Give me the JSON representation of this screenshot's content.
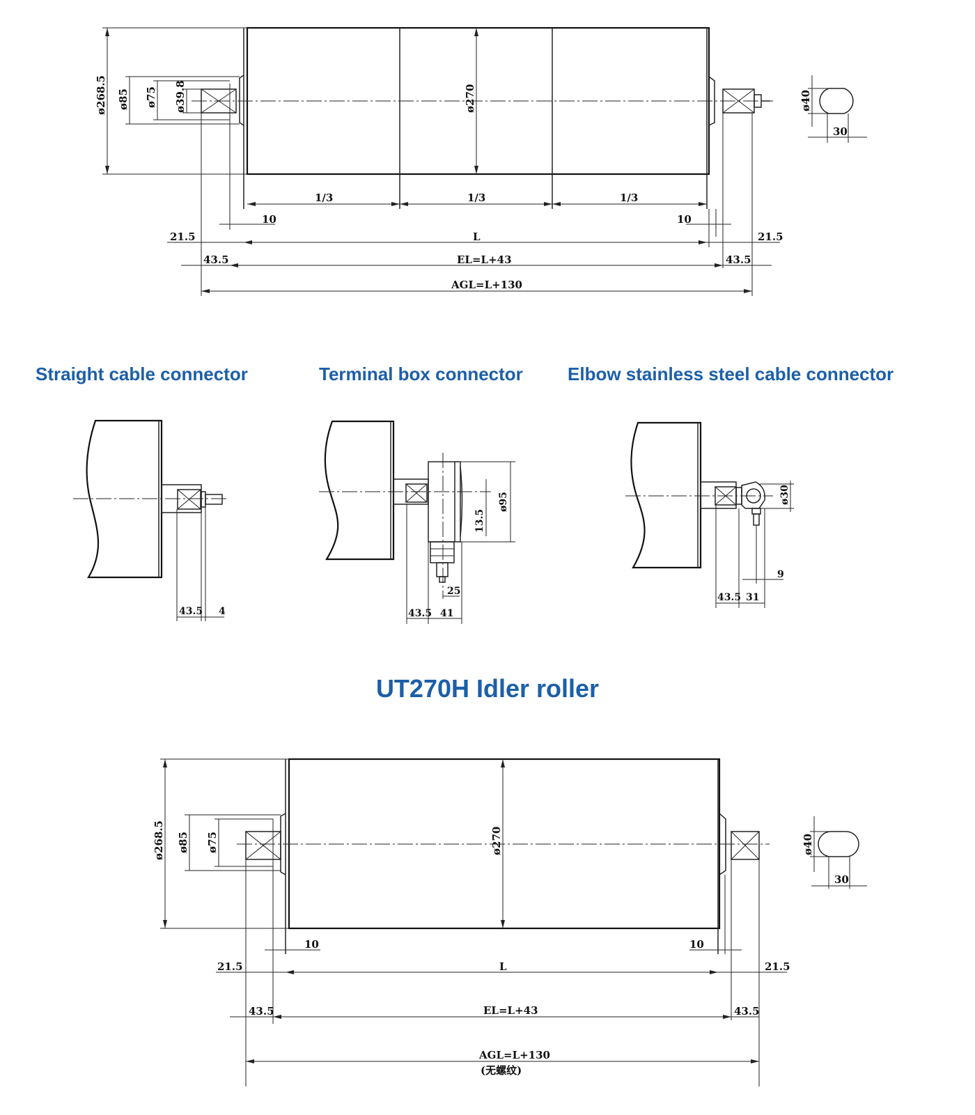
{
  "top_drawing": {
    "dim_d268": "ø268.5",
    "dim_d85": "ø85",
    "dim_d75": "ø75",
    "dim_d39": "ø39.8",
    "dim_d270": "ø270",
    "dim_d40": "ø40",
    "dim_30": "30",
    "third": "1/3",
    "dim_10": "10",
    "dim_21": "21.5",
    "dim_43": "43.5",
    "label_L": "L",
    "label_EL": "EL=L+43",
    "label_AGL": "AGL=L+130"
  },
  "connectors": {
    "straight": "Straight cable connector",
    "terminal": "Terminal box connector",
    "elbow": "Elbow stainless steel cable connector",
    "s_43": "43.5",
    "s_4": "4",
    "t_95": "ø95",
    "t_13": "13.5",
    "t_25": "25",
    "t_43": "43.5",
    "t_41": "41",
    "e_30": "ø30",
    "e_9": "9",
    "e_43": "43.5",
    "e_31": "31"
  },
  "main_title": "UT270H Idler roller",
  "bottom_drawing": {
    "dim_d268": "ø268.5",
    "dim_d85": "ø85",
    "dim_d75": "ø75",
    "dim_d270": "ø270",
    "dim_d40": "ø40",
    "dim_30": "30",
    "dim_10": "10",
    "dim_21": "21.5",
    "dim_43": "43.5",
    "label_L": "L",
    "label_EL": "EL=L+43",
    "label_AGL": "AGL=L+130",
    "note": "(无螺纹)"
  }
}
